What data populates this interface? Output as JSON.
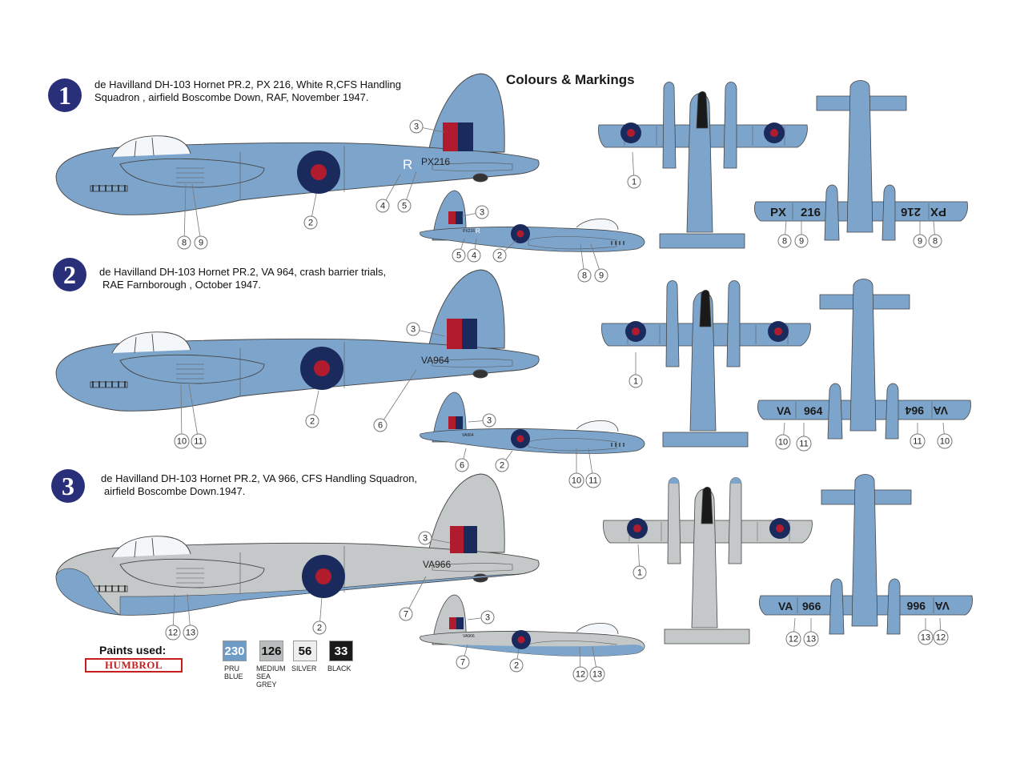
{
  "page_title": "Colours & Markings",
  "colors": {
    "pru_blue": "#7da5cc",
    "medium_sea_grey": "#c4c8c8",
    "roundel_blue": "#1a2a5c",
    "roundel_red": "#b01c2e",
    "badge": "#2a2f7a",
    "black": "#1a1a1a"
  },
  "schemes": [
    {
      "number": "1",
      "caption_line1": "de Havilland DH-103 Hornet PR.2, PX 216, White R,CFS Handling",
      "caption_line2": "Squadron , airfield Boscombe Down, RAF, November 1947.",
      "serial": "PX216",
      "code_letter": "R",
      "underwing_left": "PX",
      "underwing_num": "216",
      "callouts_large": [
        "3",
        "2",
        "4",
        "5",
        "8",
        "9"
      ],
      "callouts_small": [
        "3",
        "5",
        "4",
        "2",
        "8",
        "9"
      ],
      "callouts_top": [
        "1"
      ],
      "callouts_bottom": [
        "8",
        "9",
        "9",
        "8"
      ]
    },
    {
      "number": "2",
      "caption_line1": "de Havilland DH-103 Hornet PR.2, VA 964,  crash barrier trials,",
      "caption_line2": "RAE Farnborough , October 1947.",
      "serial": "VA964",
      "code_letter": "",
      "underwing_left": "VA",
      "underwing_num": "964",
      "callouts_large": [
        "3",
        "2",
        "6",
        "10",
        "11"
      ],
      "callouts_small": [
        "3",
        "6",
        "2",
        "10",
        "11"
      ],
      "callouts_top": [
        "1"
      ],
      "callouts_bottom": [
        "10",
        "11",
        "11",
        "10"
      ]
    },
    {
      "number": "3",
      "caption_line1": "de Havilland DH-103 Hornet PR.2, VA 966, CFS Handling Squadron,",
      "caption_line2": "airfield Boscombe Down.1947.",
      "serial": "VA966",
      "code_letter": "",
      "underwing_left": "VA",
      "underwing_num": "966",
      "callouts_large": [
        "3",
        "2",
        "7",
        "12",
        "13"
      ],
      "callouts_small": [
        "3",
        "7",
        "2",
        "12",
        "13"
      ],
      "callouts_top": [
        "1"
      ],
      "callouts_bottom": [
        "12",
        "13",
        "13",
        "12"
      ]
    }
  ],
  "paints": {
    "title": "Paints used:",
    "brand": "HUMBROL",
    "items": [
      {
        "code": "230",
        "label": [
          "PRU",
          "BLUE"
        ],
        "color": "#6f9cc6",
        "text_color": "#ffffff"
      },
      {
        "code": "126",
        "label": [
          "MEDIUM",
          "SEA",
          "GREY"
        ],
        "color": "#b9bcbd",
        "text_color": "#111111"
      },
      {
        "code": "56",
        "label": [
          "SILVER"
        ],
        "color": "#eeeeee",
        "text_color": "#111111"
      },
      {
        "code": "33",
        "label": [
          "BLACK"
        ],
        "color": "#1a1a1a",
        "text_color": "#ffffff"
      }
    ]
  }
}
